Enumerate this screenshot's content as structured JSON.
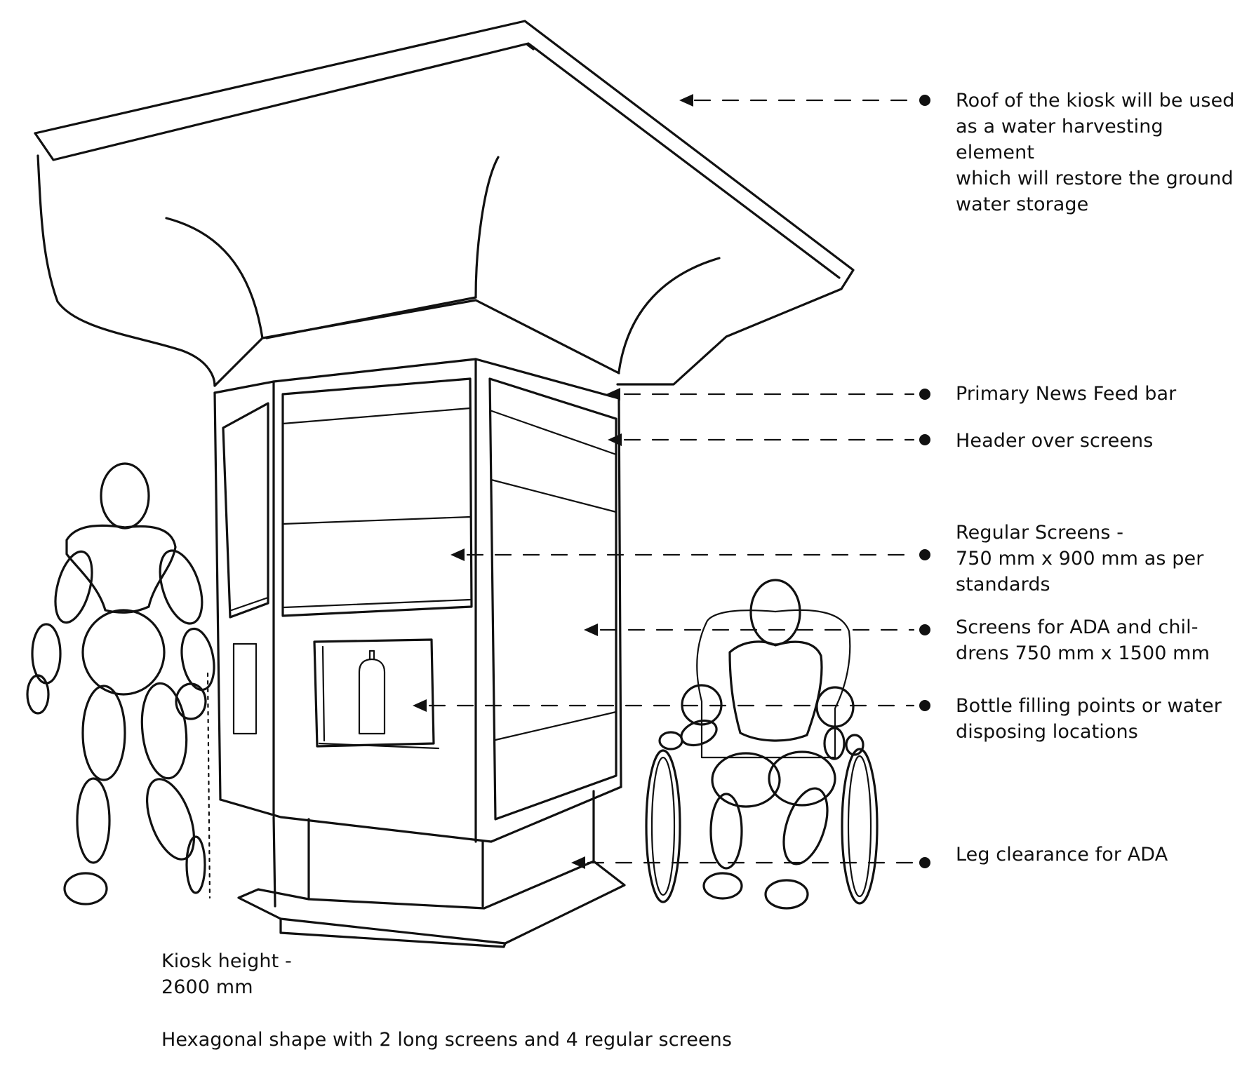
{
  "annotations": [
    {
      "id": "roof",
      "text": "Roof of the kiosk will be used\nas a water harvesting element\nwhich will restore the ground\nwater storage"
    },
    {
      "id": "news-feed",
      "text": "Primary News Feed bar"
    },
    {
      "id": "header",
      "text": "Header over screens"
    },
    {
      "id": "regular-screens",
      "text": "Regular Screens -\n750 mm x 900 mm as per\nstandards"
    },
    {
      "id": "ada-screens",
      "text": "Screens for ADA and chil-\ndrens 750 mm x 1500 mm"
    },
    {
      "id": "bottle",
      "text": "Bottle filling points or water\ndisposing locations"
    },
    {
      "id": "leg",
      "text": "Leg clearance for ADA"
    }
  ],
  "footer": {
    "height_note": "Kiosk height -\n2600 mm",
    "shape_note": "Hexagonal shape with 2 long screens and 4 regular screens"
  }
}
